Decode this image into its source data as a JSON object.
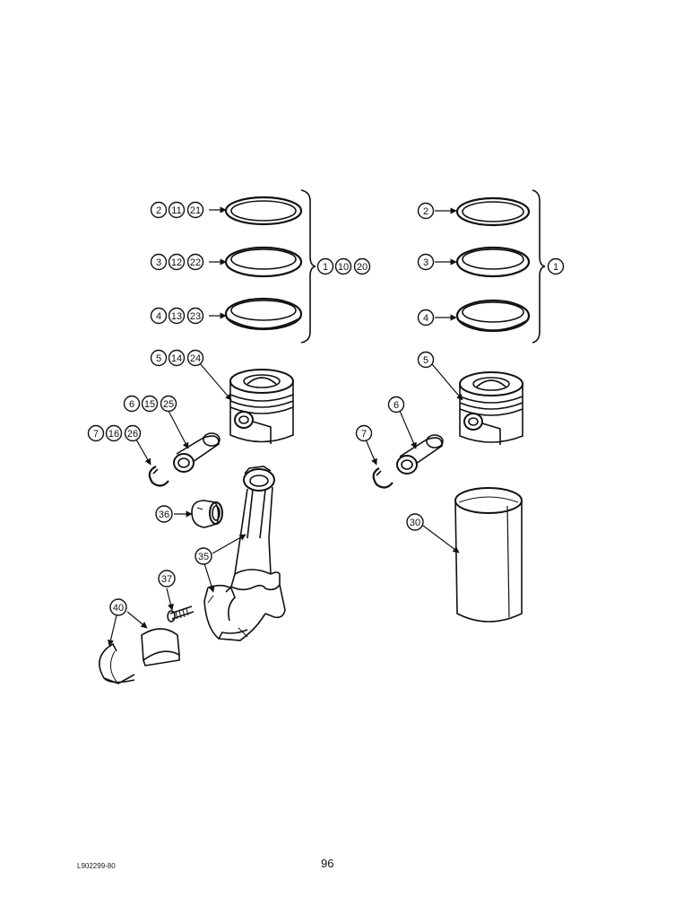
{
  "callouts": {
    "left_ring_top": [
      "2",
      "11",
      "21"
    ],
    "left_ring_mid": [
      "3",
      "12",
      "22"
    ],
    "left_ring_bot": [
      "4",
      "13",
      "23"
    ],
    "left_ring_set": [
      "1",
      "10",
      "20"
    ],
    "left_piston": [
      "5",
      "14",
      "24"
    ],
    "left_pin": [
      "6",
      "15",
      "25"
    ],
    "left_retainer": [
      "7",
      "16",
      "26"
    ],
    "bushing": [
      "36"
    ],
    "connecting_rod": [
      "35"
    ],
    "rod_bolt": [
      "37"
    ],
    "bearing_shells": [
      "40"
    ],
    "right_ring_top": [
      "2"
    ],
    "right_ring_mid": [
      "3"
    ],
    "right_ring_bot": [
      "4"
    ],
    "right_ring_set": [
      "1"
    ],
    "right_piston": [
      "5"
    ],
    "right_pin": [
      "6"
    ],
    "right_retainer": [
      "7"
    ],
    "cylinder_sleeve": [
      "30"
    ]
  },
  "footer": {
    "code": "L902299-80",
    "page_number": "96"
  },
  "colors": {
    "line": "#111111",
    "paper": "#ffffff",
    "shade": "#d8d8d8"
  }
}
